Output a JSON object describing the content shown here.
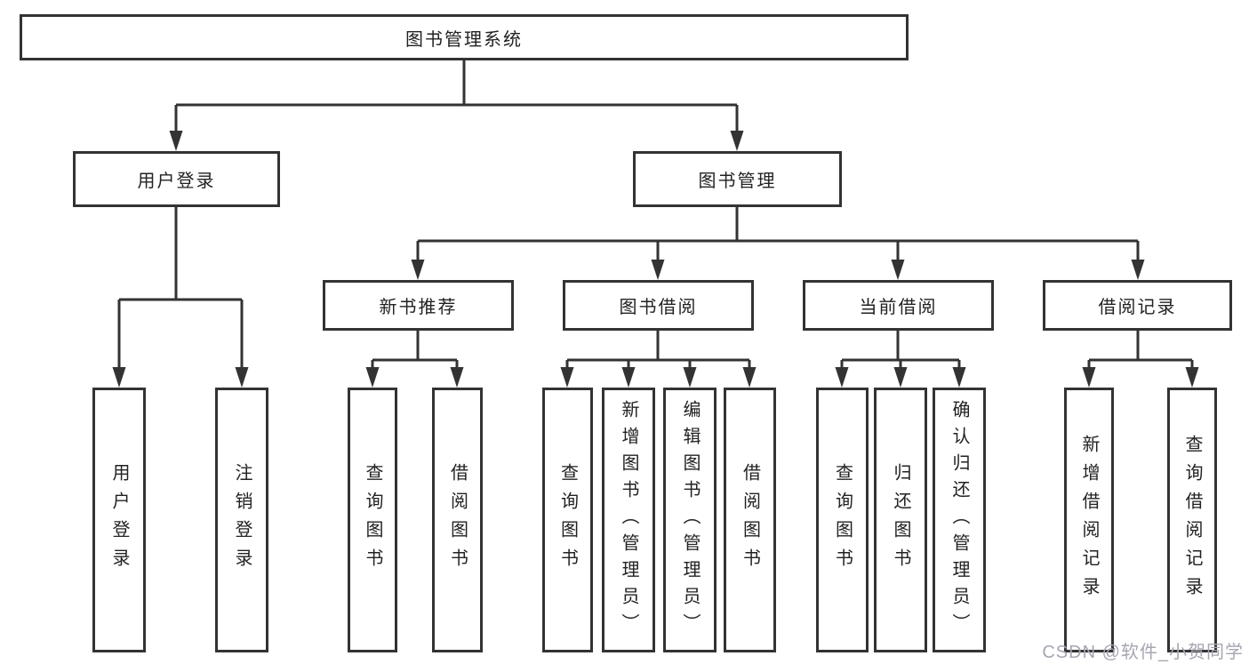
{
  "diagram": {
    "type": "tree-structure-chart",
    "root": {
      "label": "图书管理系统"
    },
    "level2": {
      "user_login": {
        "label": "用户登录"
      },
      "book_management": {
        "label": "图书管理"
      }
    },
    "level3": {
      "new_book_recommend": {
        "label": "新书推荐"
      },
      "book_borrow": {
        "label": "图书借阅"
      },
      "current_borrow": {
        "label": "当前借阅"
      },
      "borrow_records": {
        "label": "借阅记录"
      }
    },
    "leaves": {
      "user_login": {
        "label": "用户登录"
      },
      "logout": {
        "label": "注销登录"
      },
      "query_book_recommend": {
        "label": "查询图书"
      },
      "borrow_book_recommend": {
        "label": "借阅图书"
      },
      "query_book_borrow": {
        "label": "查询图书"
      },
      "add_book_admin": {
        "label": "新增图书（管理员）"
      },
      "edit_book_admin": {
        "label": "编辑图书（管理员）"
      },
      "borrow_book": {
        "label": "借阅图书"
      },
      "query_book_current": {
        "label": "查询图书"
      },
      "return_book": {
        "label": "归还图书"
      },
      "confirm_return_admin": {
        "label": "确认归还（管理员）"
      },
      "add_borrow_record": {
        "label": "新增借阅记录"
      },
      "query_borrow_record": {
        "label": "查询借阅记录"
      }
    },
    "colors": {
      "line": "#333333",
      "box_border": "#333333",
      "text": "#222222",
      "background": "#ffffff",
      "watermark": "#a6a6b2"
    }
  },
  "watermark": {
    "text": "CSDN @软件_小贺同学"
  }
}
